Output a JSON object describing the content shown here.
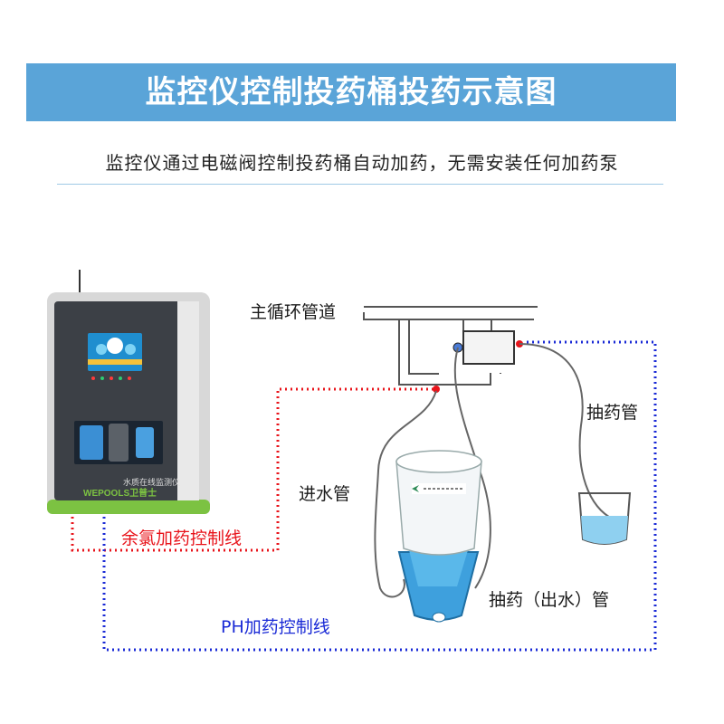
{
  "header": {
    "title": "监控仪控制投药桶投药示意图",
    "subtitle": "监控仪通过电磁阀控制投药桶自动加药，无需安装任何加药泵"
  },
  "device": {
    "panel_text": "水质在线监测仪",
    "brand": "WEPOOLS卫普士"
  },
  "labels": {
    "main_pipe": "主循环管道",
    "inlet_pipe": "进水管",
    "suction_pipe": "抽药管",
    "outlet_pipe": "抽药（出水）管",
    "chlorine_line": "余氯加药控制线",
    "ph_line": "PH加药控制线"
  },
  "colors": {
    "banner": "#5aa4d8",
    "chlorine_line": "#e8141b",
    "ph_line": "#1a2ad6",
    "device_accent": "#7cc242"
  }
}
